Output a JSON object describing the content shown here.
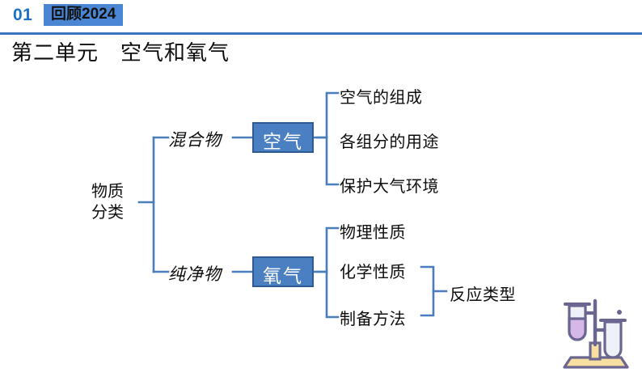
{
  "header": {
    "number": "01",
    "badge": "回顾2024",
    "unit_title": "第二单元　空气和氧气",
    "accent_blue": "#1b70c8",
    "badge_bg": "#4a86d4",
    "rule_color": "#3b74bd"
  },
  "diagram": {
    "type": "mind-map",
    "root": {
      "line1": "物质",
      "line2": "分类"
    },
    "branches": [
      {
        "label": "混合物",
        "chip": "空气",
        "children": [
          "空气的组成",
          "各组分的用途",
          "保护大气环境"
        ]
      },
      {
        "label": "纯净物",
        "chip": "氧气",
        "children": [
          "物理性质",
          "化学性质",
          "制备方法"
        ],
        "sub_bracket": {
          "label": "反应类型",
          "from": [
            "化学性质",
            "制备方法"
          ]
        }
      }
    ],
    "chip_bg": "#4a7fc1",
    "chip_border": "#2e5a92",
    "wire_color": "#4a7ebb"
  },
  "illustration": {
    "name": "test-tube-rack-icon",
    "stand_color": "#6b6690",
    "liquid_color": "#d6b8e8",
    "base_color": "#f7dfa2",
    "glass_color": "#eef1f7"
  }
}
